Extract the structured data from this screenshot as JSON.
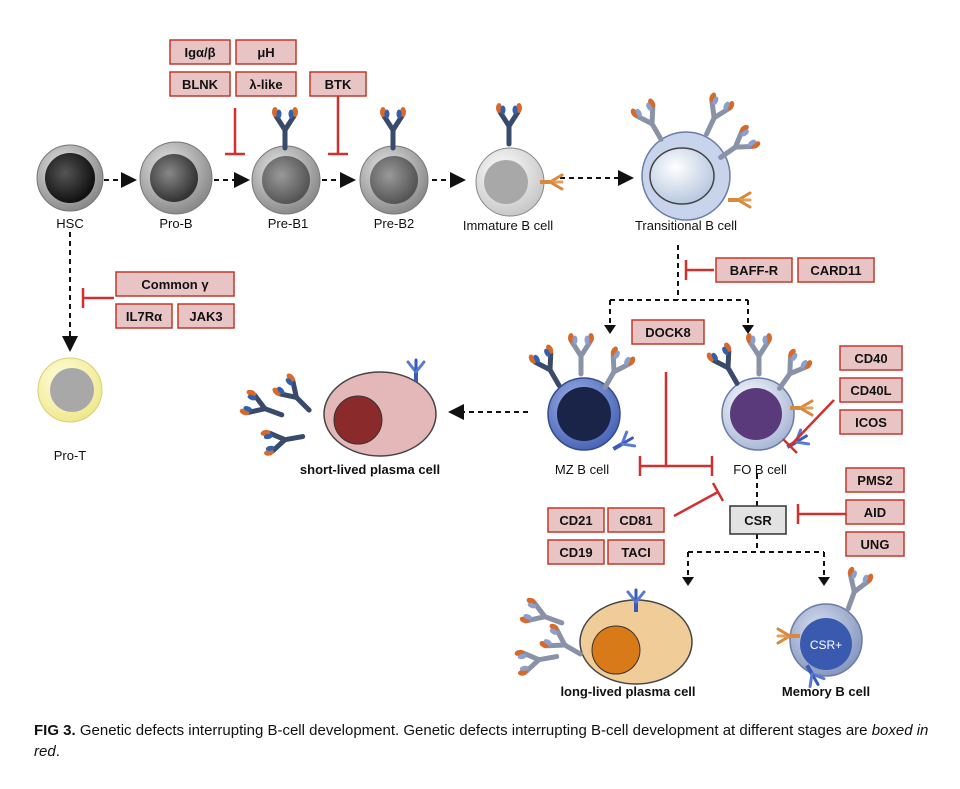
{
  "cells": {
    "hsc": "HSC",
    "pro_b": "Pro-B",
    "pre_b1": "Pre-B1",
    "pre_b2": "Pre-B2",
    "immature_b": "Immature B cell",
    "transitional_b": "Transitional B cell",
    "pro_t": "Pro-T",
    "mz_b": "MZ B cell",
    "fo_b": "FO B cell",
    "short_plasma": "short-lived plasma cell",
    "long_plasma": "long-lived plasma cell",
    "memory_b": "Memory B cell",
    "csr_box": "CSR",
    "csr_plus": "CSR+"
  },
  "defects": {
    "iga_b": "Igα/β",
    "mu_h": "μH",
    "blnk": "BLNK",
    "lambda_like": "λ-like",
    "btk": "BTK",
    "common_gamma": "Common γ",
    "il7ra": "IL7Rα",
    "jak3": "JAK3",
    "baff_r": "BAFF-R",
    "card11": "CARD11",
    "dock8": "DOCK8",
    "cd40": "CD40",
    "cd40l": "CD40L",
    "icos": "ICOS",
    "pms2": "PMS2",
    "aid": "AID",
    "ung": "UNG",
    "cd21": "CD21",
    "cd81": "CD81",
    "cd19": "CD19",
    "taci": "TACI"
  },
  "caption": {
    "label": "FIG 3.",
    "text": "Genetic defects interrupting B-cell development. Genetic defects interrupting B-cell development at different stages are",
    "emphasis": "boxed in red",
    "end": "."
  },
  "colors": {
    "defect_fill": "#e9c4c4",
    "defect_border": "#c0392b",
    "inhibit": "#d13030",
    "arrow": "#111111"
  }
}
